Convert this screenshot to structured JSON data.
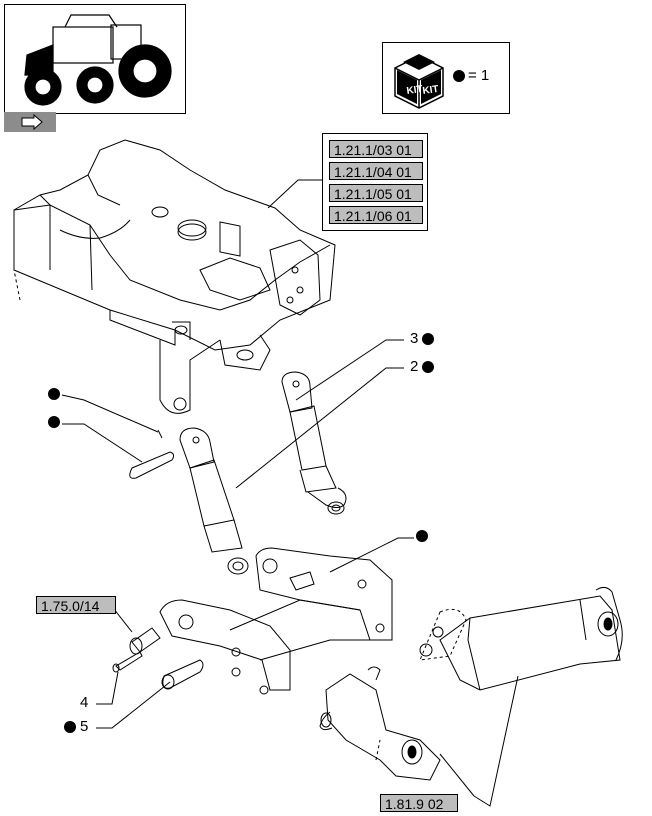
{
  "kit_legend": {
    "text": "= 1",
    "icon": "kit-box-icon",
    "kit_word": "KIT"
  },
  "reference_group": [
    "1.21.1/03 01",
    "1.21.1/04 01",
    "1.21.1/05 01",
    "1.21.1/06 01"
  ],
  "ref_left": "1.75.0/14",
  "ref_bottom": "1.81.9 02",
  "callouts": {
    "c3": "3",
    "c2": "2",
    "c4": "4",
    "c5": "5"
  },
  "icons": {
    "thumbnail": "tractor-icon",
    "nav": "back-arrow-icon",
    "kit_marker": "dot-icon"
  },
  "colors": {
    "ref_fill": "#bdbdbd",
    "line": "#000000",
    "nav_tab": "#8c8c8c"
  }
}
